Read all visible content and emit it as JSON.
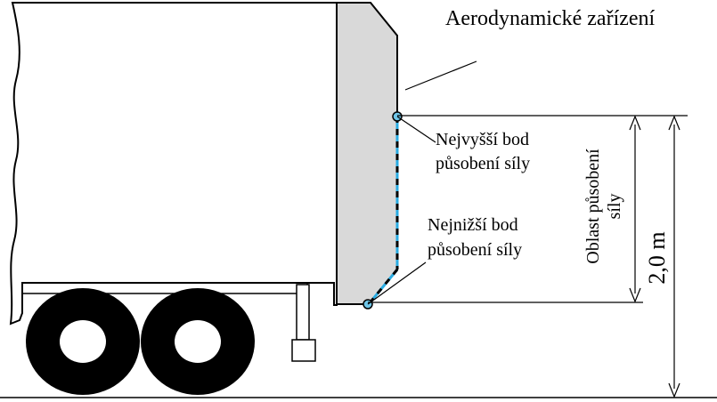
{
  "labels": {
    "aero_device": "Aerodynamické zařízení",
    "highest_point_line1": "Nejvyšší bod",
    "highest_point_line2": "působení síly",
    "lowest_point_line1": "Nejnižší bod",
    "lowest_point_line2": "působení síly",
    "force_area_line1": "Oblast působení",
    "force_area_line2": "síly",
    "height_dimension": "2,0 m"
  },
  "colors": {
    "trailer_fill": "#ffffff",
    "device_fill": "#d9d9d9",
    "outline": "#000000",
    "force_line": "#29abe2",
    "point_fill": "#6fc6e8",
    "wheel": "#000000"
  }
}
